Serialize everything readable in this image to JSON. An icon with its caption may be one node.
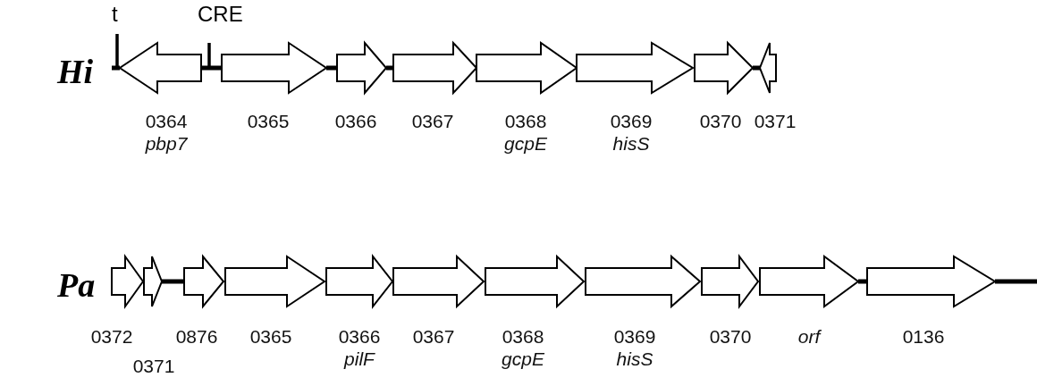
{
  "diagram": {
    "nodes": [
      {
        "text": [],
        "shape": "arrow",
        "beside": [
          "0364",
          "pbp7"
        ]
      },
      {
        "text": [],
        "shape": "arrow",
        "beside": [
          "0365"
        ]
      },
      {
        "text": [],
        "shape": "arrow",
        "beside": [
          "0366"
        ]
      },
      {
        "text": [],
        "shape": "arrow",
        "beside": [
          "0367"
        ]
      },
      {
        "text": [],
        "shape": "arrow",
        "beside": [
          "0368",
          "gcpE"
        ]
      },
      {
        "text": [],
        "shape": "arrow",
        "beside": [
          "0369",
          "hisS"
        ]
      },
      {
        "text": [],
        "shape": "arrow",
        "beside": [
          "0370"
        ]
      },
      {
        "text": [],
        "shape": "arrow",
        "beside": [
          "0371"
        ]
      },
      {
        "text": [],
        "shape": "arrow",
        "beside": [
          "0372"
        ]
      },
      {
        "text": [],
        "shape": "arrow",
        "beside": [
          "0371"
        ]
      },
      {
        "text": [],
        "shape": "arrow",
        "beside": [
          "0876"
        ]
      },
      {
        "text": [],
        "shape": "arrow",
        "beside": [
          "0365"
        ]
      },
      {
        "text": [],
        "shape": "arrow",
        "beside": [
          "0366",
          "pilF"
        ]
      },
      {
        "text": [],
        "shape": "arrow",
        "beside": [
          "0367"
        ]
      },
      {
        "text": [],
        "shape": "arrow",
        "beside": [
          "0368",
          "gcpE"
        ]
      },
      {
        "text": [],
        "shape": "arrow",
        "beside": [
          "0369",
          "hisS"
        ]
      },
      {
        "text": [],
        "shape": "arrow",
        "beside": [
          "0370"
        ]
      },
      {
        "text": [],
        "shape": "arrow",
        "beside": [
          "orf"
        ]
      },
      {
        "text": [],
        "shape": "arrow",
        "beside": [
          "0136"
        ]
      }
    ],
    "edges": [
      {
        "from": null,
        "to": 0,
        "arrow": "none"
      },
      {
        "from": 0,
        "to": 1,
        "arrow": "none"
      },
      {
        "from": 1,
        "to": 2,
        "arrow": "none"
      },
      {
        "from": 2,
        "to": 3,
        "arrow": "none"
      },
      {
        "from": 6,
        "to": 7,
        "arrow": "none"
      },
      {
        "from": 9,
        "to": 10,
        "arrow": "none"
      },
      {
        "from": 17,
        "to": 18,
        "arrow": "none"
      },
      {
        "from": 18,
        "to": null,
        "arrow": "none"
      }
    ],
    "labels": [
      "Hi",
      "t",
      "CRE",
      "Pa"
    ]
  }
}
